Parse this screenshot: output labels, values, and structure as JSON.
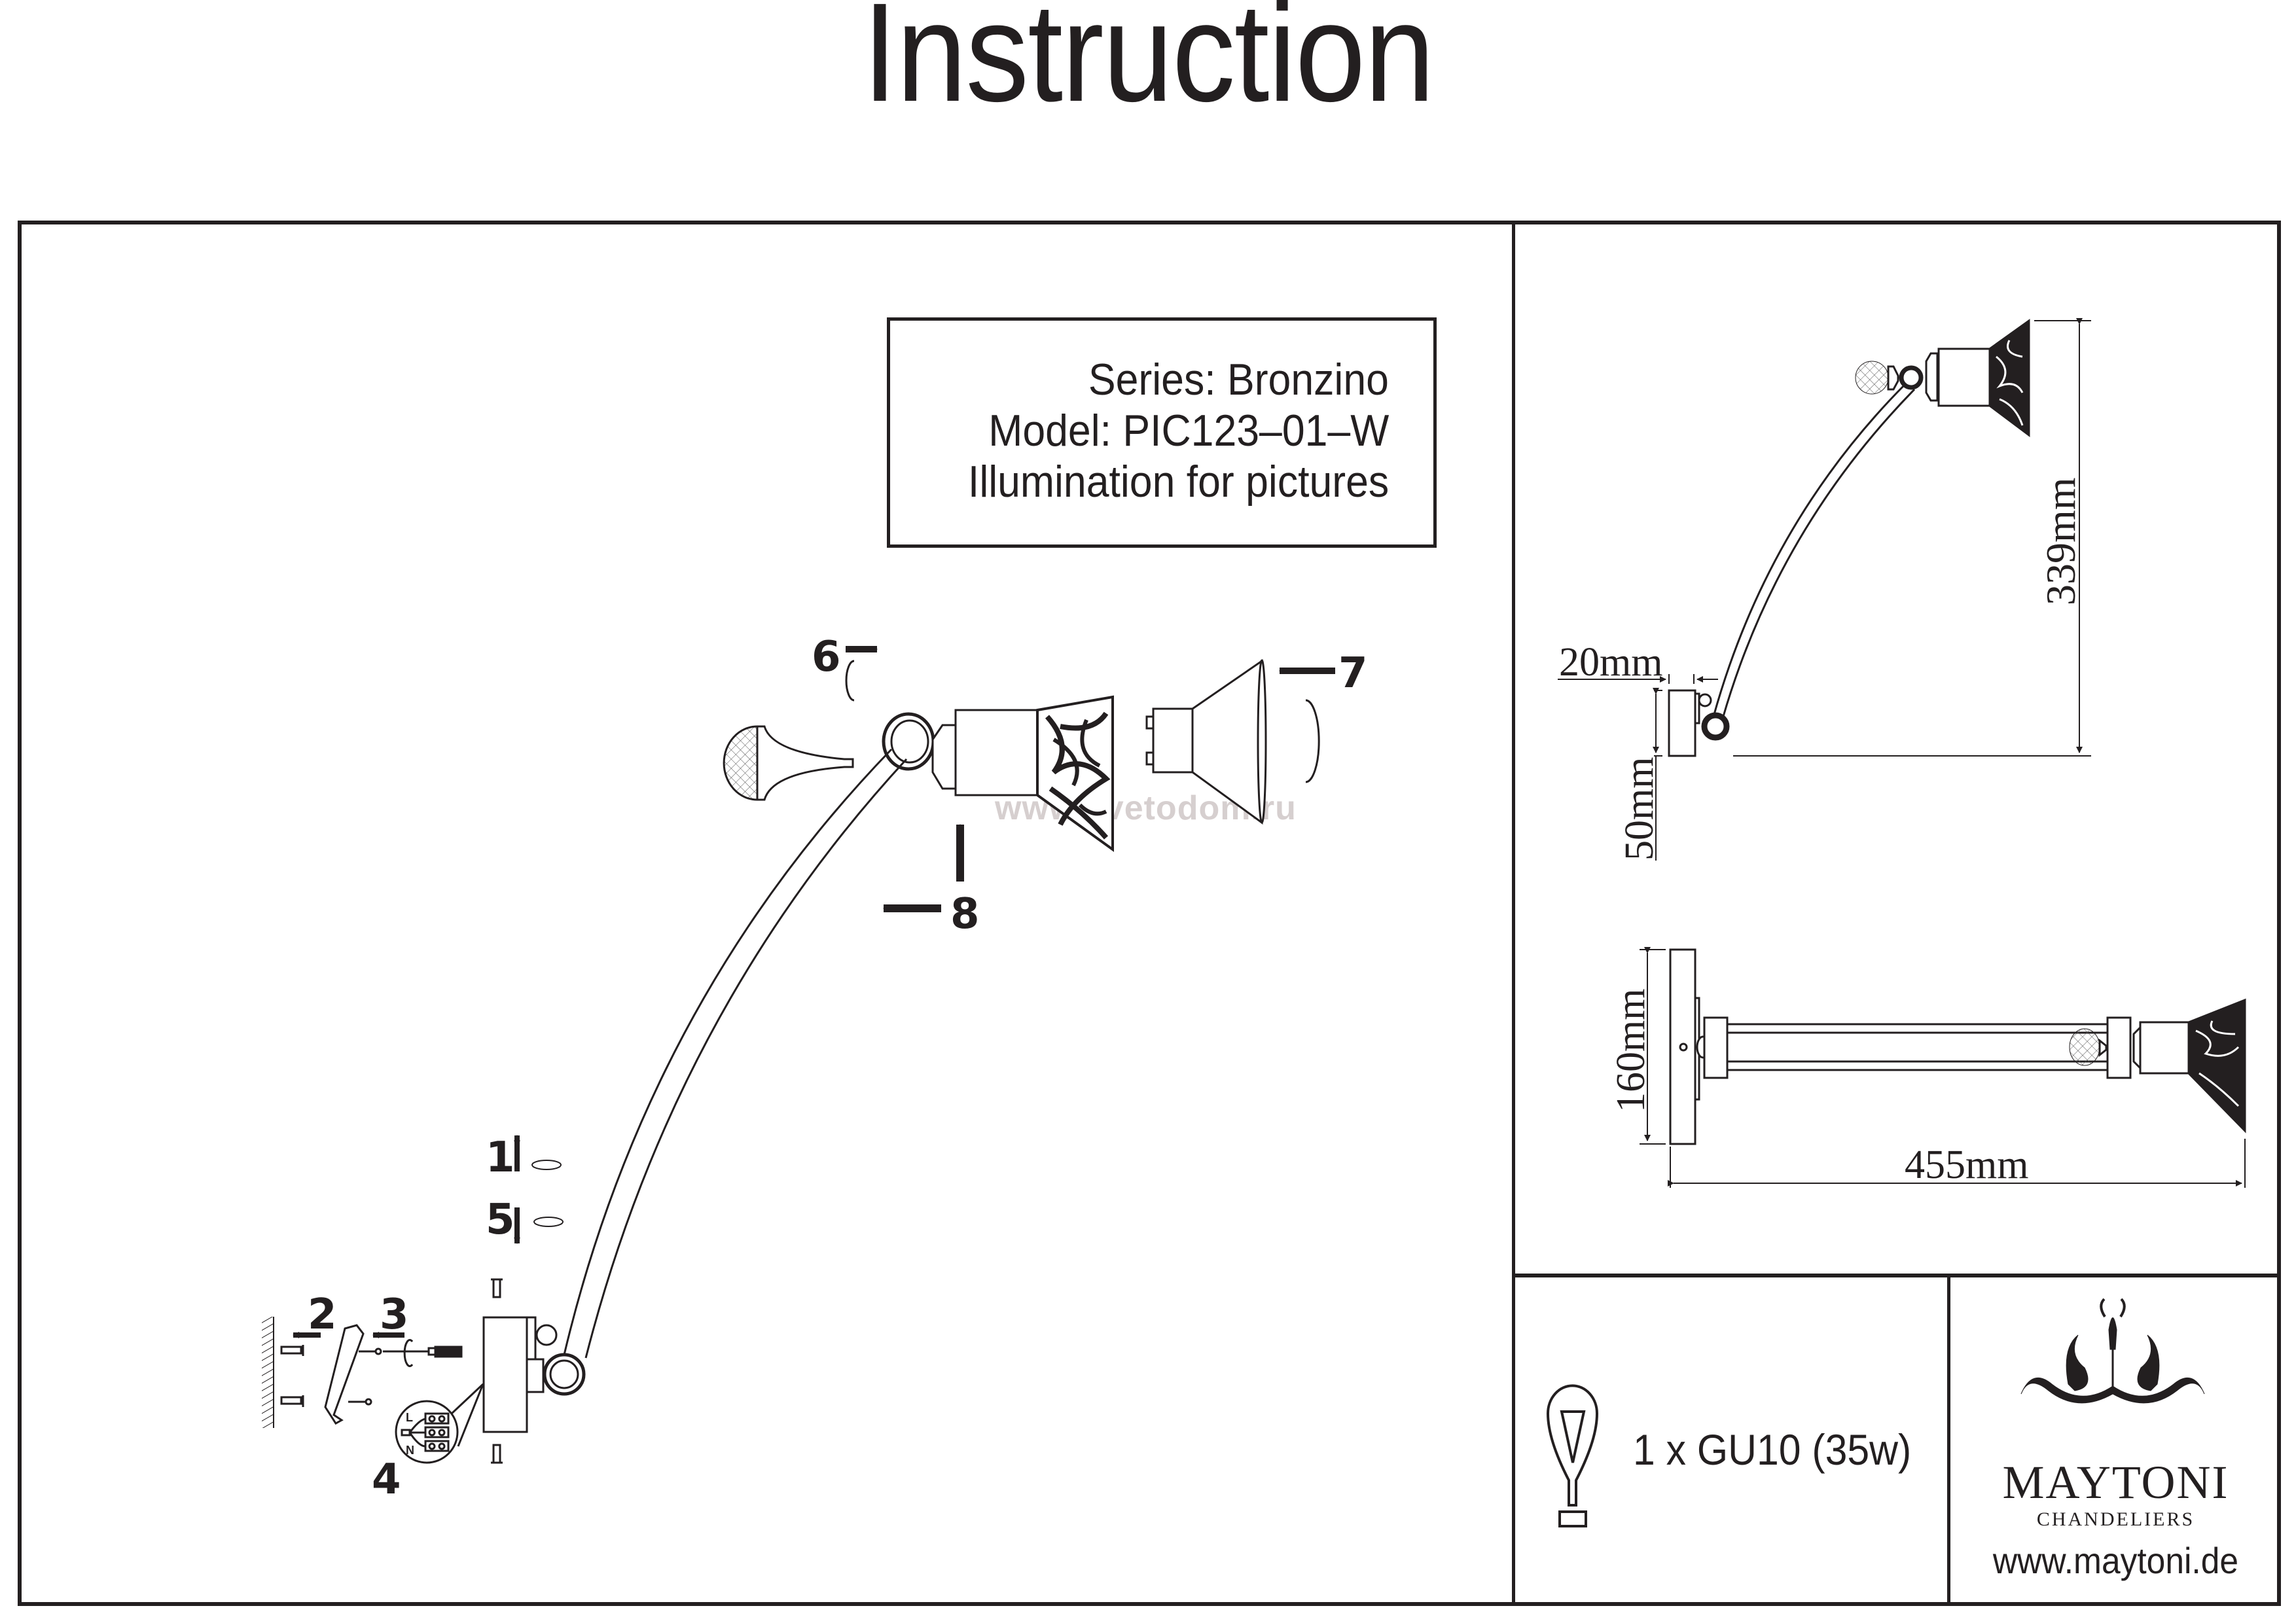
{
  "document": {
    "title": "Instruction",
    "info": {
      "series": "Series: Bronzino",
      "model": "Model: PIC123–01–W",
      "description": "Illumination for pictures"
    },
    "watermark": "www.svetodom.ru",
    "steps": {
      "s1": "1",
      "s2": "2",
      "s3": "3",
      "s4": "4",
      "s5": "5",
      "s6": "6",
      "s7": "7",
      "s8": "8"
    },
    "connector_labels": {
      "live": "L",
      "neutral": "N"
    },
    "dimensions": {
      "height": "339mm",
      "depth_offset": "20mm",
      "base_height": "50mm",
      "plate_width": "160mm",
      "length": "455mm"
    },
    "bulb": {
      "spec": "1 x GU10 (35w)",
      "icon": "light-bulb-icon"
    },
    "brand": {
      "name": "MAYTONI",
      "subtitle": "CHANDELIERS",
      "url": "www.maytoni.de",
      "logo_icon": "chandelier-logo-icon"
    },
    "colors": {
      "ink": "#231f20",
      "watermark": "#d6cfcf",
      "background": "#ffffff"
    }
  }
}
